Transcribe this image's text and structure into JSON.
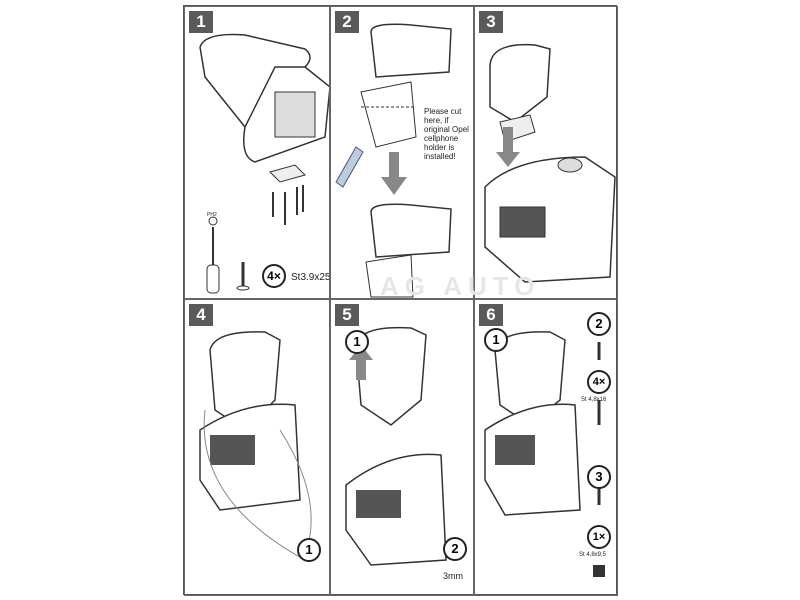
{
  "steps": [
    {
      "number": "1"
    },
    {
      "number": "2"
    },
    {
      "number": "3"
    },
    {
      "number": "4"
    },
    {
      "number": "5"
    },
    {
      "number": "6"
    }
  ],
  "step1": {
    "tool_label": "PH2",
    "quantity": "4×",
    "screw_spec": "St3.9x25"
  },
  "step2": {
    "note": "Please cut here, if original Opel cellphone holder is installed!"
  },
  "step4": {
    "callout": "1"
  },
  "step5": {
    "callout1": "1",
    "callout2": "2",
    "hex_size": "3mm"
  },
  "step6": {
    "callout1": "1",
    "callout2": "2",
    "qty1": "4×",
    "screw1": "St 4,8x16",
    "callout3": "3",
    "qty2": "1×",
    "screw2": "St 4,8x9,5"
  },
  "watermark": "AG AUTO"
}
